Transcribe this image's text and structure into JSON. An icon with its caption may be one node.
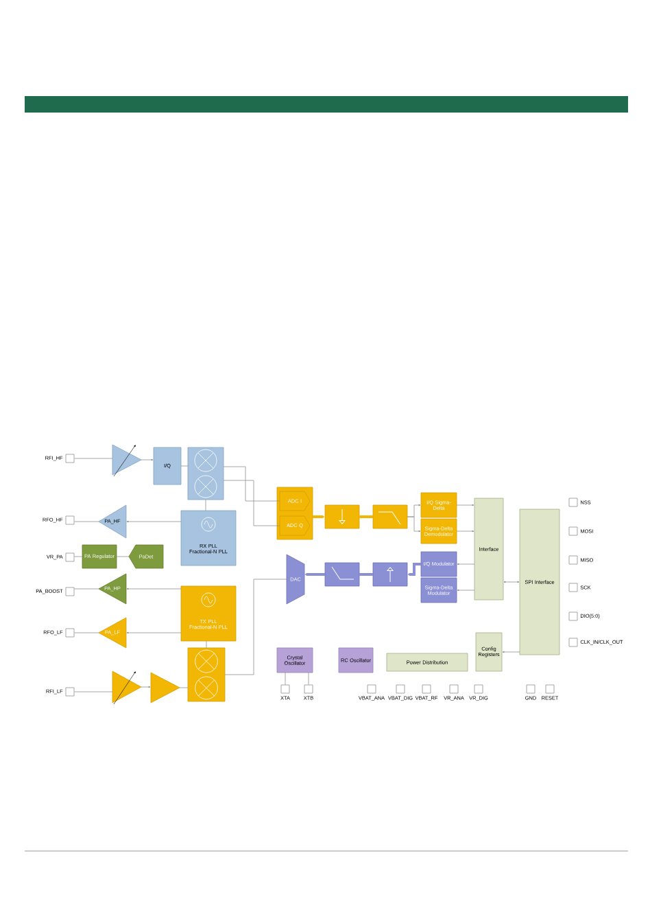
{
  "diagram": {
    "nodes": [
      {
        "text": [],
        "shape": "box",
        "beside": [
          "RFI_HF"
        ]
      },
      {
        "text": [],
        "shape": "triangle"
      },
      {
        "text": [
          "I/Q"
        ]
      },
      {
        "text": [],
        "shape": "box"
      },
      {
        "text": [],
        "shape": "box",
        "beside": [
          "RFO_HF"
        ]
      },
      {
        "text": [
          "PA_HF"
        ]
      },
      {
        "text": [
          "RX PLL Fractional-N PLL"
        ]
      },
      {
        "text": [],
        "shape": "box",
        "beside": [
          "VR_PA"
        ]
      },
      {
        "text": [
          "PA Regulator"
        ]
      },
      {
        "text": [
          "PaDet"
        ]
      },
      {
        "text": [],
        "shape": "box",
        "beside": [
          "PA_BOOST"
        ]
      },
      {
        "text": [
          "PA_HP"
        ]
      },
      {
        "text": [
          "TX PLL Fractional-N PLL"
        ]
      },
      {
        "text": [],
        "shape": "box",
        "beside": [
          "RFO_LF"
        ]
      },
      {
        "text": [
          "PA_LF"
        ]
      },
      {
        "text": [],
        "shape": "box",
        "beside": [
          "RFI_LF"
        ]
      },
      {
        "text": [],
        "shape": "triangle"
      },
      {
        "text": [],
        "shape": "triangle"
      },
      {
        "text": [],
        "shape": "box"
      },
      {
        "text": [],
        "shape": "box"
      },
      {
        "text": [
          "ADC I"
        ],
        "in": 19
      },
      {
        "text": [
          "ADC Q"
        ],
        "in": 19
      },
      {
        "text": [],
        "shape": "box"
      },
      {
        "text": [],
        "shape": "box"
      },
      {
        "text": [
          "I/Q Sigma-Delta"
        ]
      },
      {
        "text": [
          "Sigma-Delta Demodulator"
        ]
      },
      {
        "text": [
          "DAC"
        ]
      },
      {
        "text": [],
        "shape": "box"
      },
      {
        "text": [],
        "shape": "box"
      },
      {
        "text": [
          "I/Q Modulator"
        ]
      },
      {
        "text": [
          "Sigma-Delta Modulator"
        ]
      },
      {
        "text": [
          "Interface"
        ]
      },
      {
        "text": [
          "SPI Interface"
        ]
      },
      {
        "text": [
          "Config Registers"
        ]
      },
      {
        "text": [],
        "shape": "box",
        "beside": [
          "NSS"
        ]
      },
      {
        "text": [],
        "shape": "box",
        "beside": [
          "MOSI"
        ]
      },
      {
        "text": [],
        "shape": "box",
        "beside": [
          "MISO"
        ]
      },
      {
        "text": [],
        "shape": "box",
        "beside": [
          "SCK"
        ]
      },
      {
        "text": [],
        "shape": "box",
        "beside": [
          "DIO(5:0)"
        ]
      },
      {
        "text": [],
        "shape": "box",
        "beside": [
          "CLK_IN/CLK_OUT"
        ]
      },
      {
        "text": [
          "Crystal Oscillator"
        ]
      },
      {
        "text": [
          "RC Oscillator"
        ]
      },
      {
        "text": [
          "Power Distribution"
        ]
      },
      {
        "text": [],
        "shape": "box",
        "beside": [
          "XTA"
        ]
      },
      {
        "text": [],
        "shape": "box",
        "beside": [
          "XTB"
        ]
      },
      {
        "text": [],
        "shape": "box",
        "beside": [
          "VBAT_ANA"
        ]
      },
      {
        "text": [],
        "shape": "box",
        "beside": [
          "VBAT_DIG"
        ]
      },
      {
        "text": [],
        "shape": "box",
        "beside": [
          "VBAT_RF"
        ]
      },
      {
        "text": [],
        "shape": "box",
        "beside": [
          "VR_ANA"
        ]
      },
      {
        "text": [],
        "shape": "box",
        "beside": [
          "VR_DIG"
        ]
      },
      {
        "text": [],
        "shape": "box",
        "beside": [
          "GND"
        ]
      },
      {
        "text": [],
        "shape": "box",
        "beside": [
          "RESET"
        ]
      }
    ],
    "edges": [
      {
        "from": 0,
        "to": 1,
        "arrow": "none"
      },
      {
        "from": 1,
        "to": 2,
        "arrow": "to"
      },
      {
        "from": 2,
        "to": 3,
        "arrow": "none"
      },
      {
        "from": 6,
        "to": 5,
        "arrow": "to"
      },
      {
        "from": 5,
        "to": 4,
        "arrow": "none"
      },
      {
        "from": 9,
        "to": 8,
        "arrow": "none"
      },
      {
        "from": 8,
        "to": 7,
        "arrow": "none"
      },
      {
        "from": 12,
        "to": 11,
        "arrow": "to"
      },
      {
        "from": 11,
        "to": 10,
        "arrow": "none"
      },
      {
        "from": 12,
        "to": 14,
        "arrow": "to"
      },
      {
        "from": 14,
        "to": 13,
        "arrow": "none"
      },
      {
        "from": 15,
        "to": 16,
        "arrow": "none"
      },
      {
        "from": 16,
        "to": 17,
        "arrow": "to"
      },
      {
        "from": 17,
        "to": 18,
        "arrow": "none"
      },
      {
        "from": 6,
        "to": 3,
        "arrow": "none"
      },
      {
        "from": 12,
        "to": 18,
        "arrow": "none"
      },
      {
        "from": 3,
        "to": 20,
        "arrow": "none"
      },
      {
        "from": 3,
        "to": 21,
        "arrow": "none"
      },
      {
        "from": 26,
        "to": 18,
        "arrow": "none"
      },
      {
        "from": 19,
        "to": 22,
        "arrow": "to",
        "style": "thick",
        "color": "#f2b705"
      },
      {
        "from": 22,
        "to": 23,
        "arrow": "none",
        "style": "thick",
        "color": "#f2b705"
      },
      {
        "from": 23,
        "to": 24,
        "arrow": "to"
      },
      {
        "from": 23,
        "to": 25,
        "arrow": "to"
      },
      {
        "from": 24,
        "to": 31,
        "arrow": "to"
      },
      {
        "from": 25,
        "to": 31,
        "arrow": "to"
      },
      {
        "from": 31,
        "to": 29,
        "arrow": "to"
      },
      {
        "from": 31,
        "to": 30,
        "arrow": "to"
      },
      {
        "from": 29,
        "to": 28,
        "arrow": "to",
        "style": "thick",
        "color": "#8b90d4"
      },
      {
        "from": 28,
        "to": 27,
        "arrow": "none",
        "style": "thick",
        "color": "#8b90d4"
      },
      {
        "from": 27,
        "to": 26,
        "arrow": "to",
        "style": "thick",
        "color": "#8b90d4"
      },
      {
        "from": 31,
        "to": 32,
        "arrow": "both"
      },
      {
        "from": 32,
        "to": 33,
        "arrow": "to"
      },
      {
        "from": 40,
        "to": 43,
        "arrow": "none"
      },
      {
        "from": 40,
        "to": 44,
        "arrow": "none"
      }
    ]
  }
}
